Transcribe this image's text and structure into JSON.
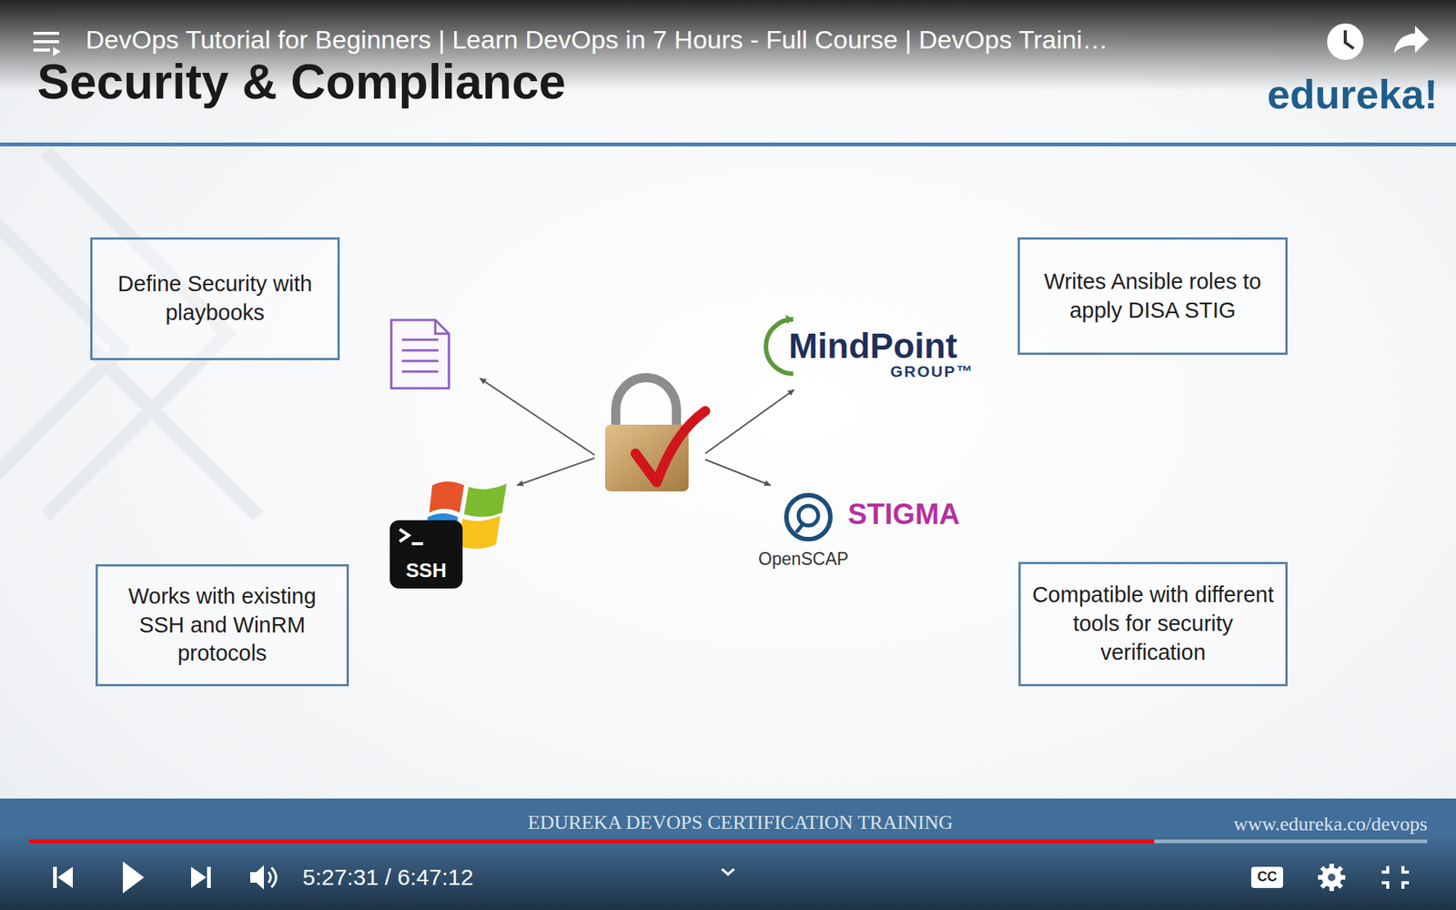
{
  "diagram": {
    "title": "Security & Compliance",
    "nodes": [
      {
        "text": [
          "Define Security with playbooks"
        ]
      },
      {
        "text": [
          "Writes Ansible roles to apply DISA STIG"
        ]
      },
      {
        "text": [
          "SSH"
        ]
      },
      {
        "text": [
          "Works with existing SSH and WinRM protocols"
        ]
      },
      {
        "text": [
          "Compatible with different tools for security verification"
        ]
      }
    ],
    "labels": [
      "DevOps Tutorial for Beginners | Learn DevOps in 7 Hours - Full Course | DevOps Traini…",
      "edureka!",
      "MindPoint",
      "GROUP™",
      "STIGMA",
      "OpenSCAP",
      "EDUREKA DEVOPS CERTIFICATION TRAINING",
      "www.edureka.co/devops",
      "5:27:31 / 6:47:12",
      "CC"
    ]
  }
}
